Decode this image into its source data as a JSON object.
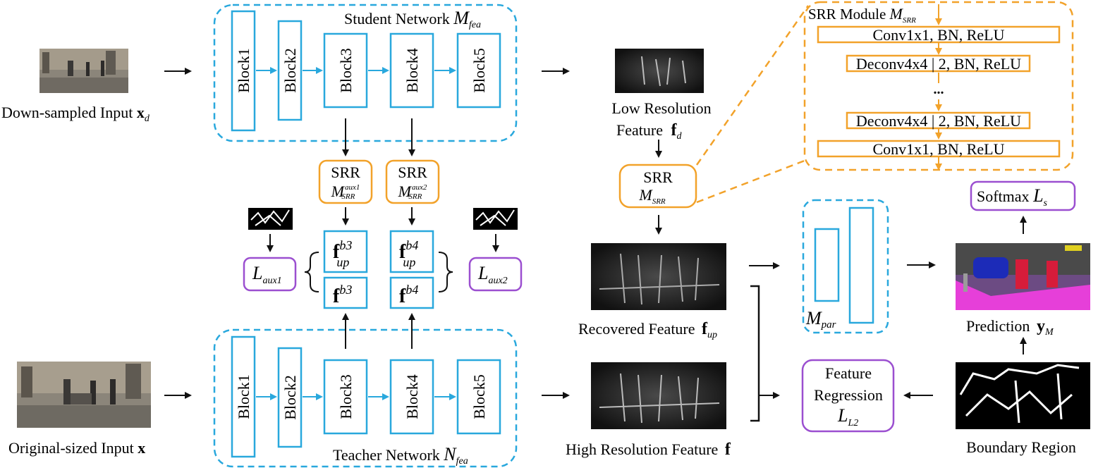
{
  "inputs": {
    "downsampled": {
      "label": "Down-sampled Input ",
      "var": "x",
      "sub": "d"
    },
    "original": {
      "label": "Original-sized Input ",
      "var": "x"
    }
  },
  "student": {
    "title": "Student Network ",
    "sym": "M",
    "sub": "fea",
    "blocks": [
      "Block1",
      "Block2",
      "Block3",
      "Block4",
      "Block5"
    ]
  },
  "teacher": {
    "title": "Teacher Network ",
    "sym": "N",
    "sub": "fea",
    "blocks": [
      "Block1",
      "Block2",
      "Block3",
      "Block4",
      "Block5"
    ]
  },
  "aux": {
    "srr1": {
      "label": "SRR",
      "sym": "M",
      "sub": "SRR",
      "sup": "aux1"
    },
    "srr2": {
      "label": "SRR",
      "sym": "M",
      "sub": "SRR",
      "sup": "aux2"
    },
    "fup3": {
      "var": "f",
      "sup": "b3",
      "sub": "up"
    },
    "fup4": {
      "var": "f",
      "sup": "b4",
      "sub": "up"
    },
    "f3": {
      "var": "f",
      "sup": "b3"
    },
    "f4": {
      "var": "f",
      "sup": "b4"
    },
    "loss1": {
      "sym": "L",
      "sub": "aux1"
    },
    "loss2": {
      "sym": "L",
      "sub": "aux2"
    }
  },
  "middle": {
    "low_res": {
      "line1": "Low Resolution",
      "line2": "Feature ",
      "var": "f",
      "sub": "d"
    },
    "srr": {
      "label": "SRR",
      "sym": "M",
      "sub": "SRR"
    },
    "recovered": {
      "label": "Recovered Feature ",
      "var": "f",
      "sub": "up"
    },
    "high_res": {
      "label": "High Resolution Feature ",
      "var": "f"
    }
  },
  "srr_module": {
    "title": "SRR Module ",
    "sym": "M",
    "sub": "SRR",
    "layers": [
      "Conv1x1, BN, ReLU",
      "Deconv4x4 | 2, BN, ReLU",
      "...",
      "Deconv4x4 | 2, BN, ReLU",
      "Conv1x1, BN, ReLU"
    ]
  },
  "right": {
    "par": {
      "sym": "M",
      "sub": "par"
    },
    "softmax": {
      "label": "Softmax ",
      "sym": "L",
      "sub": "s"
    },
    "prediction": {
      "label": "Prediction ",
      "var": "y",
      "sub": "M"
    },
    "regression": {
      "line1": "Feature",
      "line2": "Regression",
      "sym": "L",
      "sub": "L2"
    },
    "boundary": {
      "label": "Boundary Region"
    }
  },
  "colors": {
    "blue": "#29a8dd",
    "orange": "#f2a22a",
    "purple": "#9b4fd0",
    "black": "#111111"
  }
}
